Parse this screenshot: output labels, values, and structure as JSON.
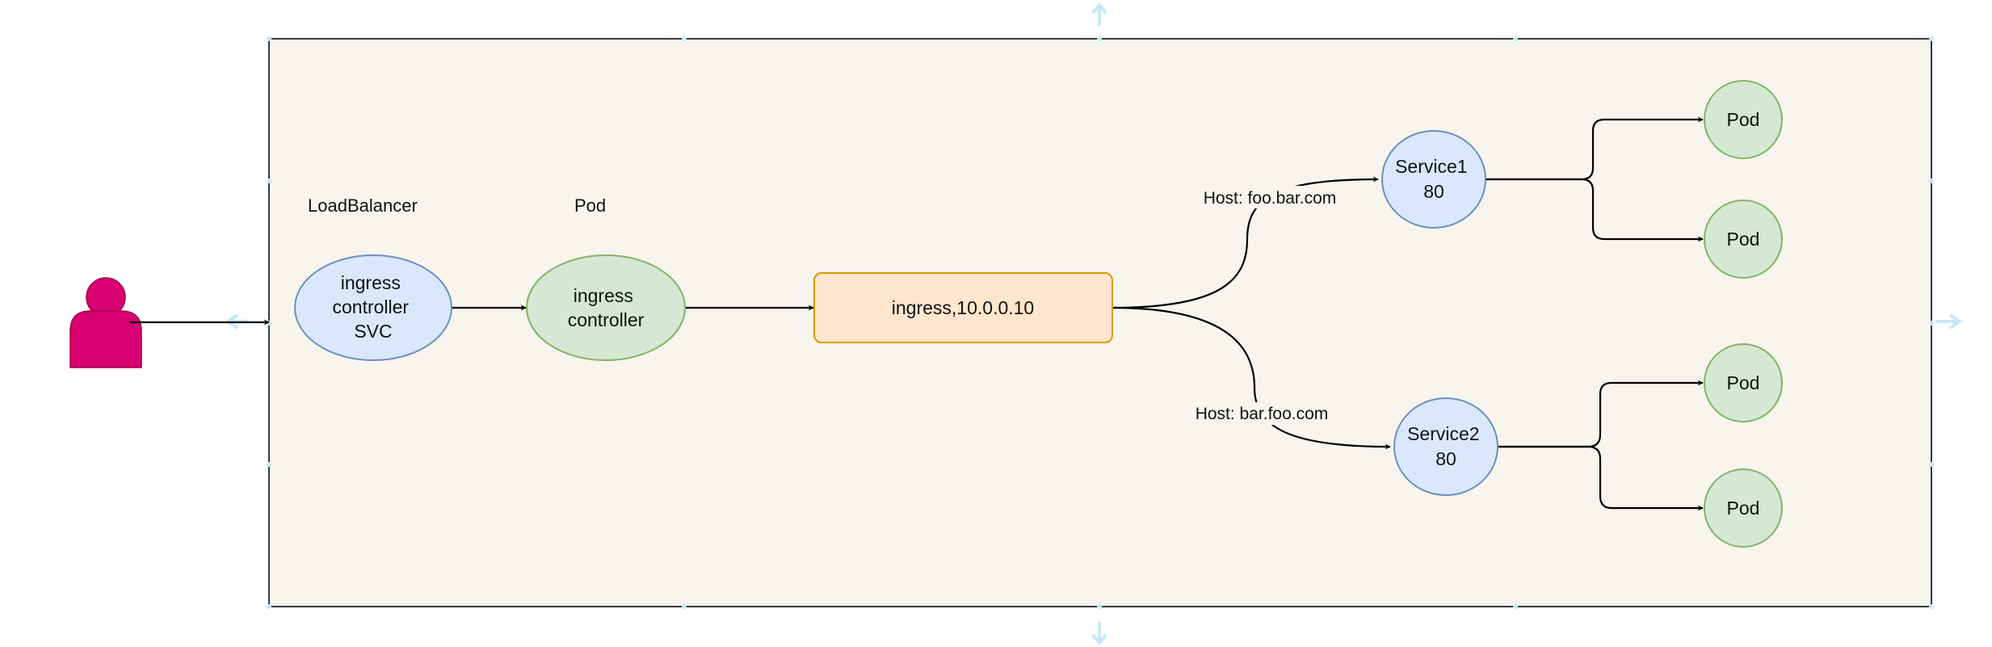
{
  "labels": {
    "loadbalancer": "LoadBalancer",
    "pod_caption": "Pod",
    "host_foo": "Host: foo.bar.com",
    "host_bar": "Host: bar.foo.com"
  },
  "nodes": {
    "ingress_svc": {
      "lines": [
        "ingress",
        "controller",
        "SVC"
      ]
    },
    "ingress_ctrl": {
      "lines": [
        "ingress",
        "controller"
      ]
    },
    "ingress": {
      "lines": [
        "ingress,10.0.0.10"
      ]
    },
    "service1": {
      "lines": [
        "Service1",
        "80"
      ]
    },
    "service2": {
      "lines": [
        "Service2",
        "80"
      ]
    },
    "pods": [
      {
        "lines": [
          "Pod"
        ]
      },
      {
        "lines": [
          "Pod"
        ]
      },
      {
        "lines": [
          "Pod"
        ]
      },
      {
        "lines": [
          "Pod"
        ]
      }
    ]
  },
  "colors": {
    "container_fill": "#f7f5ed",
    "blue_fill": "#dae8fc",
    "blue_stroke": "#6c8ebf",
    "green_fill": "#d5e8d4",
    "green_stroke": "#82b366",
    "orange_fill": "#ffe6cc",
    "orange_stroke": "#d79b00",
    "user_fill": "#d80073",
    "handle": "#c7e7f5"
  }
}
